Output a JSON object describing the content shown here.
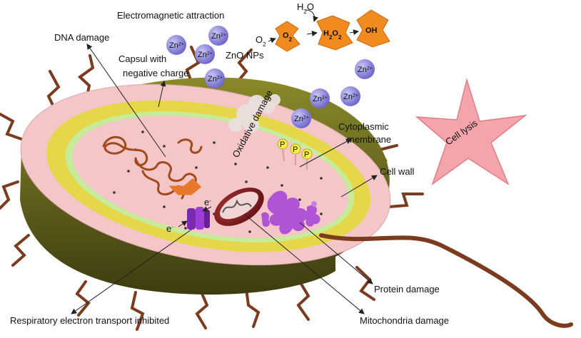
{
  "labels": {
    "electromagnetic": "Electromagnetic attraction",
    "dna_damage": "DNA damage",
    "capsul_line1": "Capsul with",
    "capsul_line2": "negative charge",
    "zno": "ZnO NPs",
    "oxidative": "Oxidative damage",
    "cyto_line1": "Cytoplasmic",
    "cyto_line2": "membrane",
    "cell_wall": "Cell wall",
    "cell_lysis": "Cell lysis",
    "protein_damage": "Protein damage",
    "mito_damage": "Mitochondria damage",
    "respiratory": "Respiratory electron transport inhibited",
    "electron": "e",
    "phosphate": "P",
    "zn_ion": "Zn",
    "zn_charge": "2+",
    "o2": "O",
    "water": "H",
    "h2o2": "H",
    "oh": "OH",
    "sub2": "2",
    "water_o": "O",
    "h2o2_o": "O"
  },
  "colors": {
    "zn_ball": "#7b74d6",
    "ros_tile": "#f28b1f",
    "star": "#f4a5ab",
    "capsule": "#f4c6c8",
    "cell_wall": "#e6d64a",
    "membrane": "#c6ec9a",
    "body_side": "#6b6a1d",
    "flagella": "#7a3b1e",
    "dna": "#a24a1c",
    "protein": "#b054d6",
    "mito": "#8e1f22"
  }
}
